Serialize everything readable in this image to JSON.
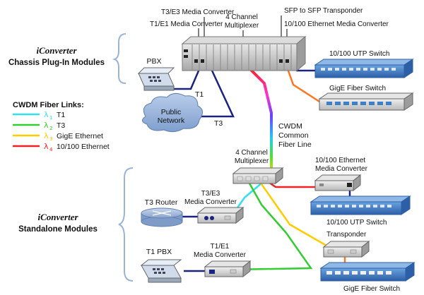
{
  "sections": {
    "chassis_title": "iConverter",
    "chassis_sub": "Chassis Plug-In Modules",
    "standalone_title": "iConverter",
    "standalone_sub": "Standalone Modules"
  },
  "top_labels": {
    "t3e3": "T3/E3 Media Converter",
    "t1e1": "T1/E1 Media Converter",
    "mux_line1": "4 Channel",
    "mux_line2": "Multiplexer",
    "sfp": "SFP to SFP Transponder",
    "eth": "10/100 Ethernet  Media Converter"
  },
  "devices": {
    "pbx": "PBX",
    "utp_switch_top": "10/100 UTP Switch",
    "gige_switch_top": "GigE Fiber Switch",
    "public_network_line1": "Public",
    "public_network_line2": "Network",
    "t1_link": "T1",
    "t3_link": "T3",
    "cwdm_line1": "CWDM",
    "cwdm_line2": "Common",
    "cwdm_line3": "Fiber Line",
    "mux_bottom_line1": "4 Channel",
    "mux_bottom_line2": "Multiplexer",
    "eth_mc_line1": "10/100 Ethernet",
    "eth_mc_line2": "Media Converter",
    "utp_switch_bottom": "10/100 UTP Switch",
    "t3_router": "T3 Router",
    "t3e3_mc_line1": "T3/E3",
    "t3e3_mc_line2": "Media Converter",
    "transponder": "Transponder",
    "t1_pbx": "T1 PBX",
    "t1e1_mc_line1": "T1/E1",
    "t1e1_mc_line2": "Media Converter",
    "gige_switch_bottom": "GigE Fiber Switch"
  },
  "legend": {
    "title": "CWDM Fiber Links:",
    "items": [
      {
        "sym": "λ",
        "sub": "1",
        "label": "T1",
        "color": "#33e0ee"
      },
      {
        "sym": "λ",
        "sub": "2",
        "label": "T3",
        "color": "#33cc33"
      },
      {
        "sym": "λ",
        "sub": "3",
        "label": "GigE Ethernet",
        "color": "#ffcc00"
      },
      {
        "sym": "λ",
        "sub": "4",
        "label": "10/100 Ethernet",
        "color": "#ee2222"
      }
    ]
  },
  "colors": {
    "t1": "#33e0ee",
    "t3": "#33cc33",
    "gige": "#ffcc00",
    "eth": "#ee2222",
    "copper_blue": "#1a237e",
    "orange": "#ff7722",
    "bracket": "#9ab4d6",
    "switch_blue": "#3f7fc8"
  }
}
